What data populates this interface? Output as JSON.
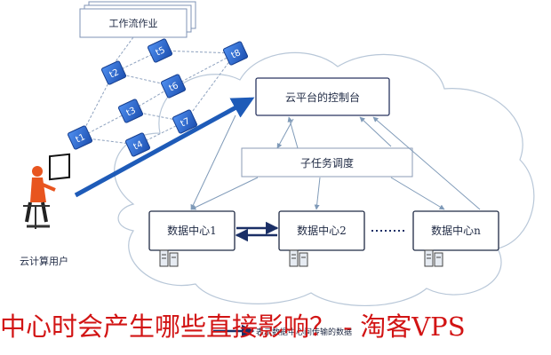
{
  "workflow": {
    "label": "工作流作业"
  },
  "tasks": [
    {
      "id": "t1",
      "label": "t1"
    },
    {
      "id": "t2",
      "label": "t2"
    },
    {
      "id": "t3",
      "label": "t3"
    },
    {
      "id": "t4",
      "label": "t4"
    },
    {
      "id": "t5",
      "label": "t5"
    },
    {
      "id": "t6",
      "label": "t6"
    },
    {
      "id": "t7",
      "label": "t7"
    },
    {
      "id": "t8",
      "label": "t8"
    }
  ],
  "console": {
    "label": "云平台的控制台"
  },
  "scheduler": {
    "label": "子任务调度"
  },
  "datacenters": [
    {
      "label": "数据中心1"
    },
    {
      "label": "数据中心2"
    },
    {
      "label": "数据中心n"
    }
  ],
  "user": {
    "label": "云计算用户"
  },
  "legend": {
    "label": "表示数据中心间传输的数据"
  },
  "watermark": {
    "text": "中心时会产生哪些直接影响？ - 淘客VPS"
  },
  "colors": {
    "accent": "#1e5bb8",
    "task_fill": "#2f6fd6",
    "banner": "#d21414"
  }
}
